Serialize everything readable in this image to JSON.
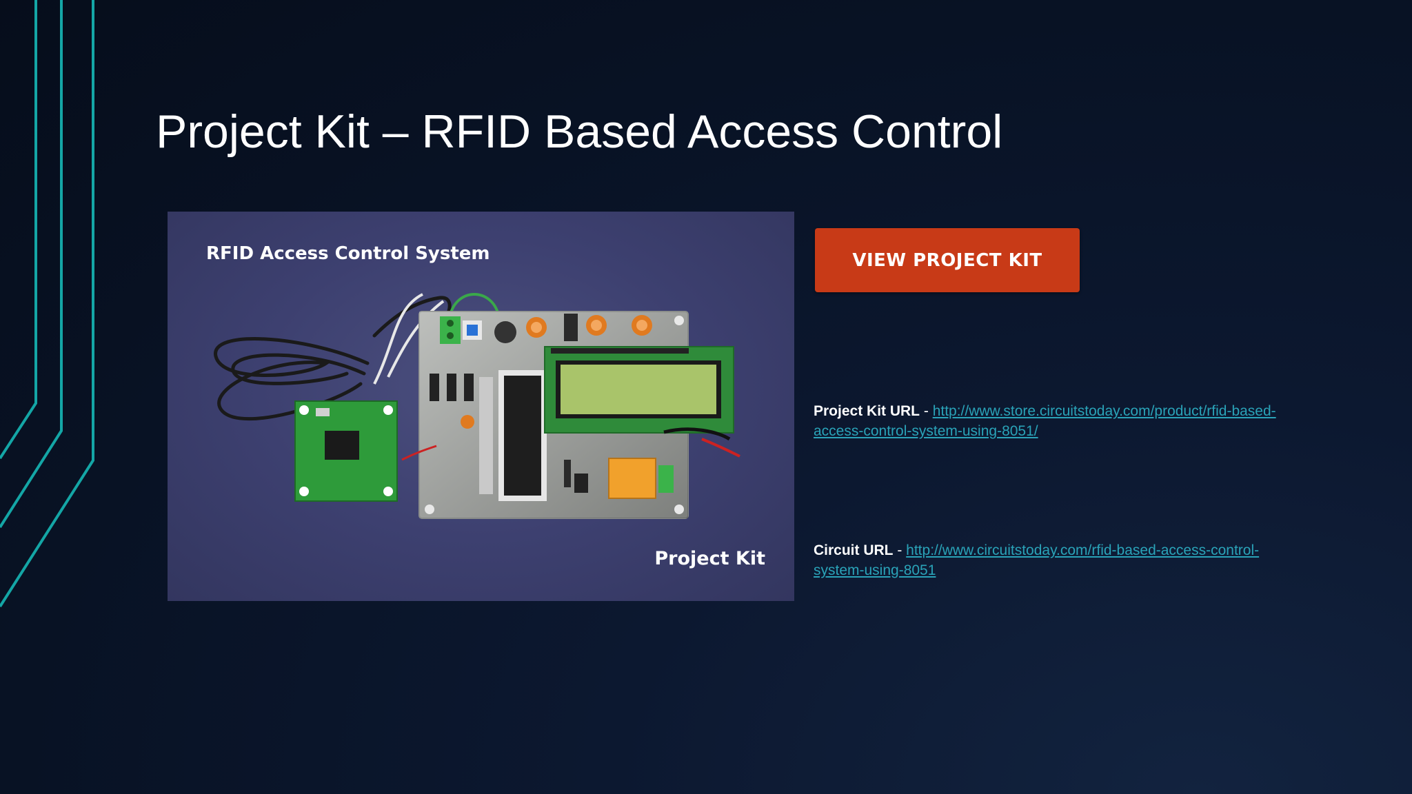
{
  "slide": {
    "title": "Project Kit – RFID Based Access Control",
    "accent_color": "#14a6a6",
    "background_color": "#081224"
  },
  "image": {
    "caption_top": "RFID Access Control System",
    "caption_bottom": "Project Kit",
    "description_icon": "circuit-board-image"
  },
  "cta": {
    "label": "VIEW PROJECT KIT",
    "color": "#c83a17"
  },
  "links": {
    "project_kit": {
      "label": "Project Kit URL",
      "separator": " - ",
      "url": "http://www.store.circuitstoday.com/product/rfid-based-access-control-system-using-8051/"
    },
    "circuit": {
      "label": "Circuit URL",
      "separator": " - ",
      "url": "http://www.circuitstoday.com/rfid-based-access-control-system-using-8051"
    }
  }
}
